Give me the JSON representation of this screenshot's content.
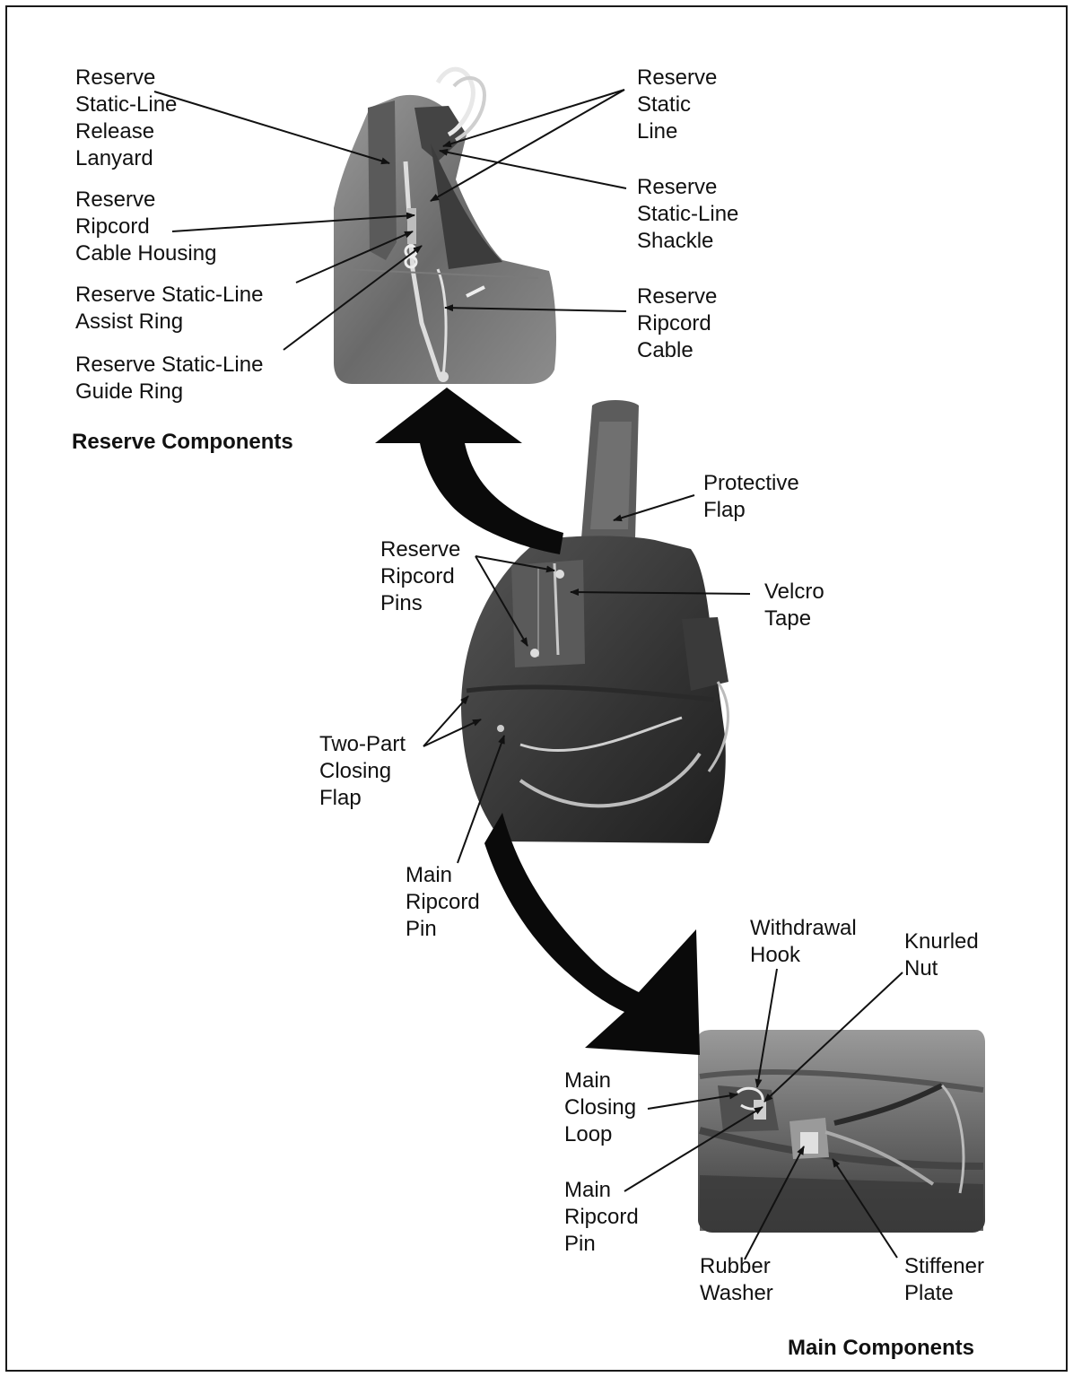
{
  "colors": {
    "border": "#1a1a1a",
    "ink": "#111111",
    "photo_dark": "#2e2e2e",
    "photo_mid": "#4a4a4a",
    "photo_light": "#8a8a8a",
    "arrow_fill": "#0a0a0a"
  },
  "headings": {
    "reserve": "Reserve Components",
    "main": "Main Components"
  },
  "labels": {
    "reserve_static_line_release_lanyard": "Reserve\nStatic-Line\nRelease\nLanyard",
    "reserve_static_line": "Reserve\nStatic\nLine",
    "reserve_ripcord_cable_housing": "Reserve\nRipcord\nCable Housing",
    "reserve_static_line_shackle": "Reserve\nStatic-Line\nShackle",
    "reserve_static_line_assist_ring": "Reserve Static-Line\nAssist Ring",
    "reserve_ripcord_cable": "Reserve\nRipcord\nCable",
    "reserve_static_line_guide_ring": "Reserve Static-Line\nGuide Ring",
    "protective_flap": "Protective\nFlap",
    "reserve_ripcord_pins": "Reserve\nRipcord\nPins",
    "velcro_tape": "Velcro\nTape",
    "two_part_closing_flap": "Two-Part\nClosing\nFlap",
    "main_ripcord_pin_center": "Main\nRipcord\nPin",
    "withdrawal_hook": "Withdrawal\nHook",
    "knurled_nut": "Knurled\nNut",
    "main_closing_loop": "Main\nClosing\nLoop",
    "main_ripcord_pin_detail": "Main\nRipcord\nPin",
    "rubber_washer": "Rubber\nWasher",
    "stiffener_plate": "Stiffener\nPlate"
  }
}
